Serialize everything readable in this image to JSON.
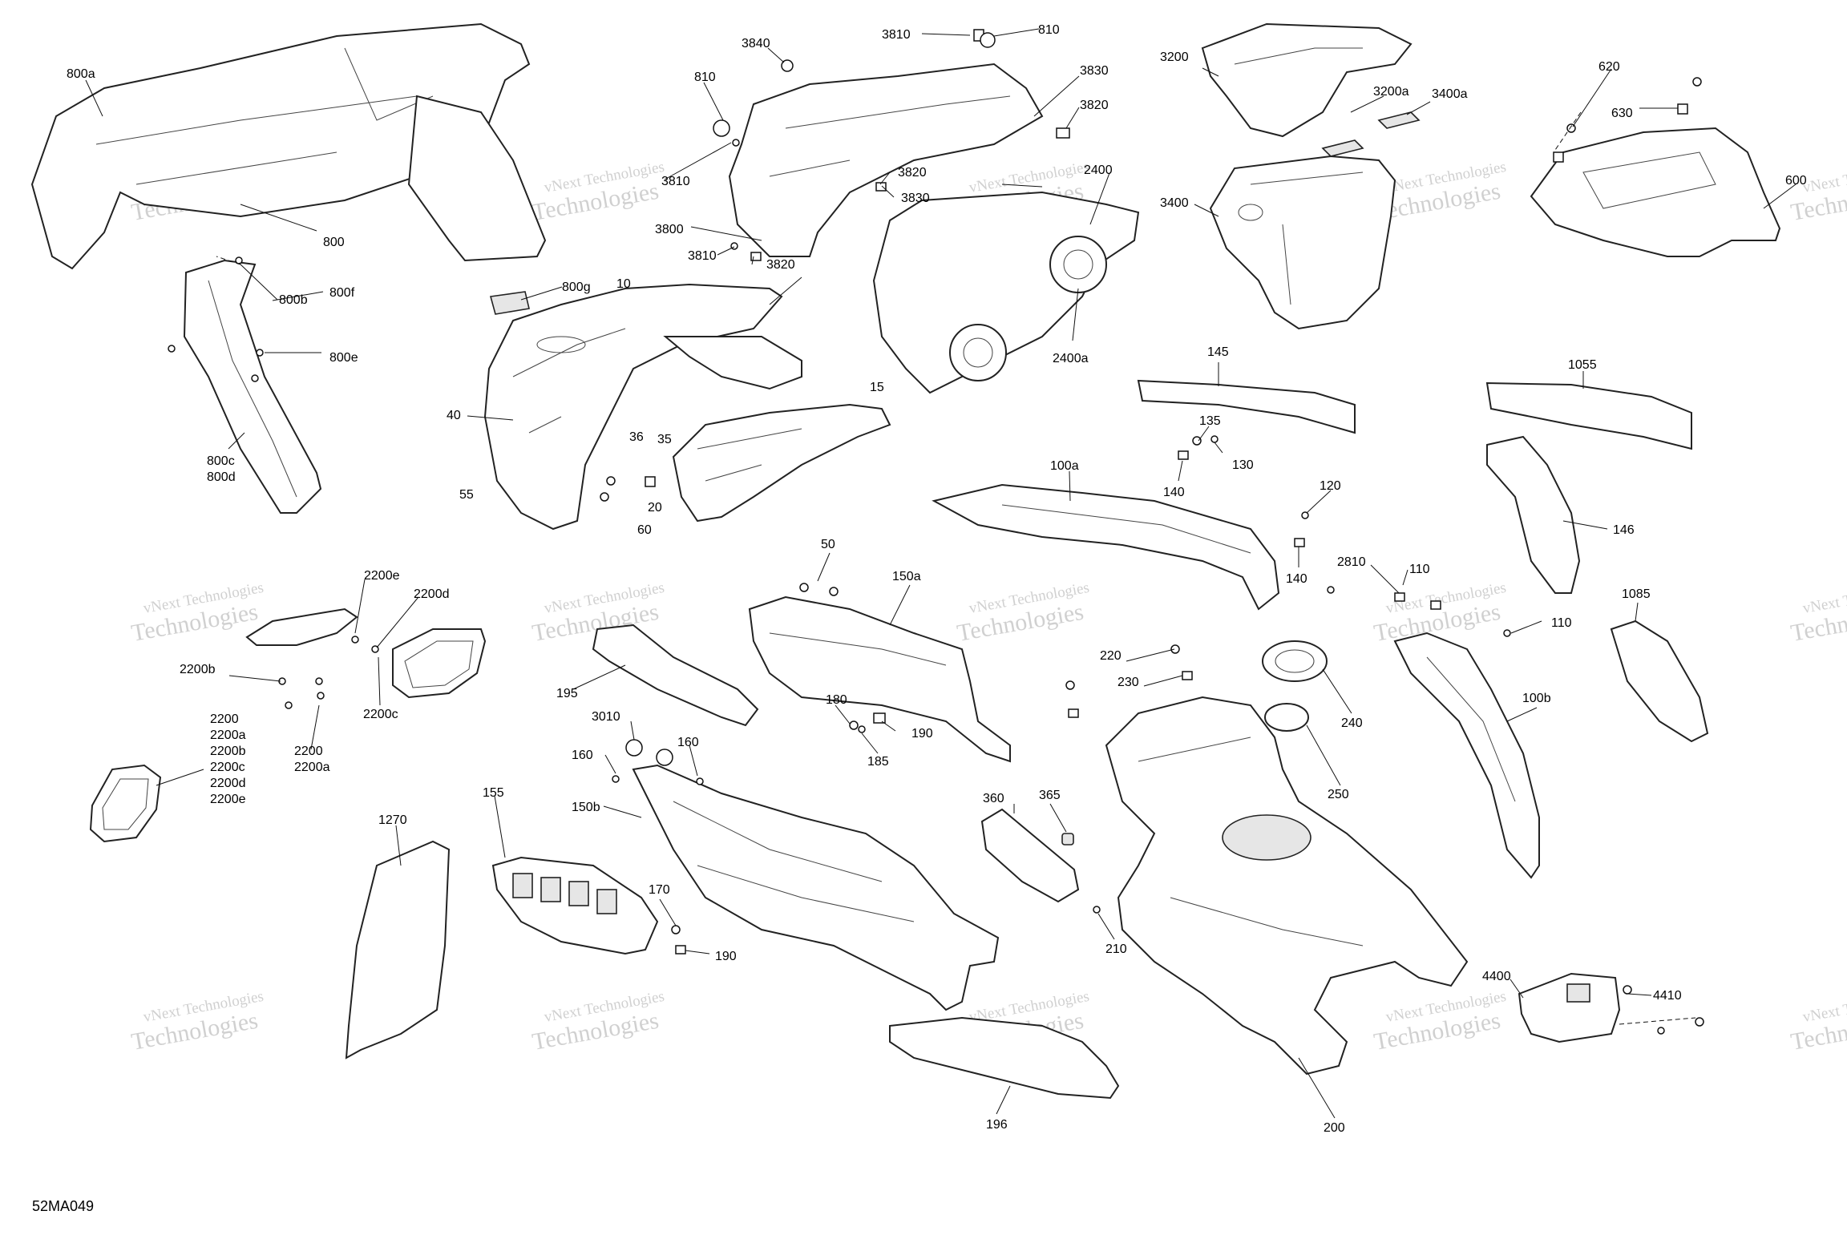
{
  "diagram_code": "52MA049",
  "watermark": {
    "line1": "vNext Technologies",
    "line2": "Technologies"
  },
  "callouts": [
    "800a",
    "800",
    "800b",
    "800f",
    "800e",
    "800g",
    "800c",
    "800d",
    "810",
    "3840",
    "3810",
    "810",
    "3830",
    "3820",
    "3810",
    "3820",
    "3830",
    "3800",
    "3810",
    "3820",
    "10",
    "40",
    "55",
    "36",
    "35",
    "20",
    "60",
    "15",
    "2400",
    "2400a",
    "3200",
    "3200a",
    "3400a",
    "3400",
    "620",
    "630",
    "600",
    "145",
    "135",
    "130",
    "140",
    "1055",
    "146",
    "100a",
    "120",
    "140",
    "2810",
    "110",
    "110",
    "100b",
    "1085",
    "50",
    "150a",
    "195",
    "180",
    "190",
    "185",
    "3010",
    "160",
    "160",
    "150b",
    "155",
    "170",
    "190",
    "2200e",
    "2200d",
    "2200b",
    "2200c",
    "2200",
    "2200a",
    "2200",
    "2200a",
    "2200b",
    "2200c",
    "2200d",
    "2200e",
    "1270",
    "360",
    "365",
    "210",
    "220",
    "230",
    "240",
    "250",
    "200",
    "196",
    "4410",
    "4400"
  ],
  "colors": {
    "line": "#222222",
    "shade": "#e6e6e6",
    "watermark": "#c8c8c8"
  }
}
